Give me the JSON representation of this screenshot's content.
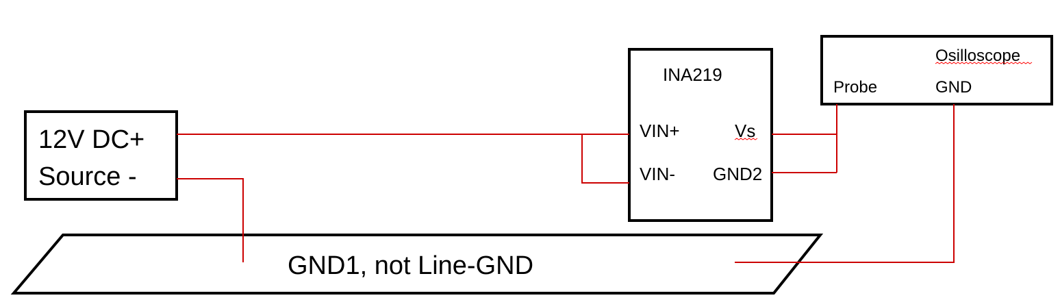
{
  "colors": {
    "wire": "#cc0000",
    "border": "#000000",
    "background": "#ffffff",
    "spellcheck": "#ff0000"
  },
  "source": {
    "line1": "12V DC+",
    "line2": "Source -"
  },
  "ina219": {
    "title": "INA219",
    "vin_plus": "VIN+",
    "vin_minus": "VIN-",
    "vs": "Vs",
    "gnd2": "GND2"
  },
  "oscilloscope": {
    "title": "Osilloscope",
    "probe": "Probe",
    "gnd": "GND"
  },
  "ground_plane": {
    "label": "GND1, not Line-GND"
  }
}
